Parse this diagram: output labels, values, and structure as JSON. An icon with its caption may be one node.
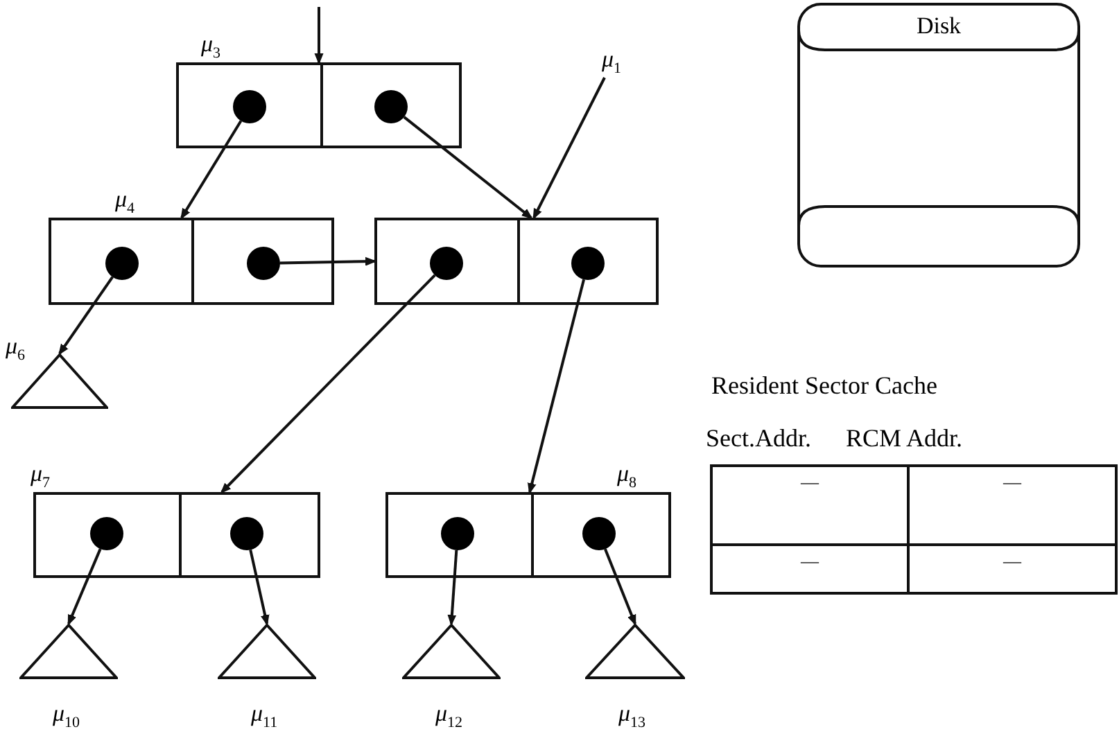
{
  "diagram": {
    "nodes": [
      {
        "text": [
          "μ$_{3}$"
        ]
      },
      {
        "text": [],
        "shape": "circle",
        "in": 0
      },
      {
        "text": [],
        "shape": "circle",
        "in": 0
      },
      {
        "text": [
          "μ$_{1}$"
        ]
      },
      {
        "text": [
          "μ$_{4}$"
        ]
      },
      {
        "text": [],
        "shape": "circle",
        "in": 4
      },
      {
        "text": [],
        "shape": "circle",
        "in": 4
      },
      {
        "text": [],
        "shape": "box"
      },
      {
        "text": [],
        "shape": "circle",
        "in": 7
      },
      {
        "text": [],
        "shape": "circle",
        "in": 7
      },
      {
        "text": [
          "μ$_{6}$"
        ]
      },
      {
        "text": [
          "μ$_{7}$"
        ]
      },
      {
        "text": [],
        "shape": "circle",
        "in": 11
      },
      {
        "text": [],
        "shape": "circle",
        "in": 11
      },
      {
        "text": [
          "μ$_{8}$"
        ]
      },
      {
        "text": [],
        "shape": "circle",
        "in": 14
      },
      {
        "text": [],
        "shape": "circle",
        "in": 14
      },
      {
        "text": [
          "μ$_{10}$"
        ]
      },
      {
        "text": [
          "μ$_{11}$"
        ]
      },
      {
        "text": [
          "μ$_{12}$"
        ]
      },
      {
        "text": [
          "μ$_{13}$"
        ]
      },
      {
        "text": [
          "Disk"
        ]
      }
    ],
    "edges": [
      {
        "from": null,
        "to": 0,
        "arrow": "to"
      },
      {
        "from": 1,
        "to": 4,
        "arrow": "to"
      },
      {
        "from": 2,
        "to": 7,
        "arrow": "to"
      },
      {
        "from": 3,
        "to": 7,
        "arrow": "to"
      },
      {
        "from": 6,
        "to": 7,
        "arrow": "to"
      },
      {
        "from": 5,
        "to": 10,
        "arrow": "to"
      },
      {
        "from": 8,
        "to": 11,
        "arrow": "to"
      },
      {
        "from": 9,
        "to": 14,
        "arrow": "to"
      },
      {
        "from": 12,
        "to": 17,
        "arrow": "to"
      },
      {
        "from": 13,
        "to": 18,
        "arrow": "to"
      },
      {
        "from": 15,
        "to": 19,
        "arrow": "to"
      },
      {
        "from": 16,
        "to": 20,
        "arrow": "to"
      }
    ],
    "labels": [
      "Resident Sector Cache",
      "Sect.Addr.",
      "RCM Addr.",
      "—",
      "—",
      "—",
      "—"
    ]
  }
}
